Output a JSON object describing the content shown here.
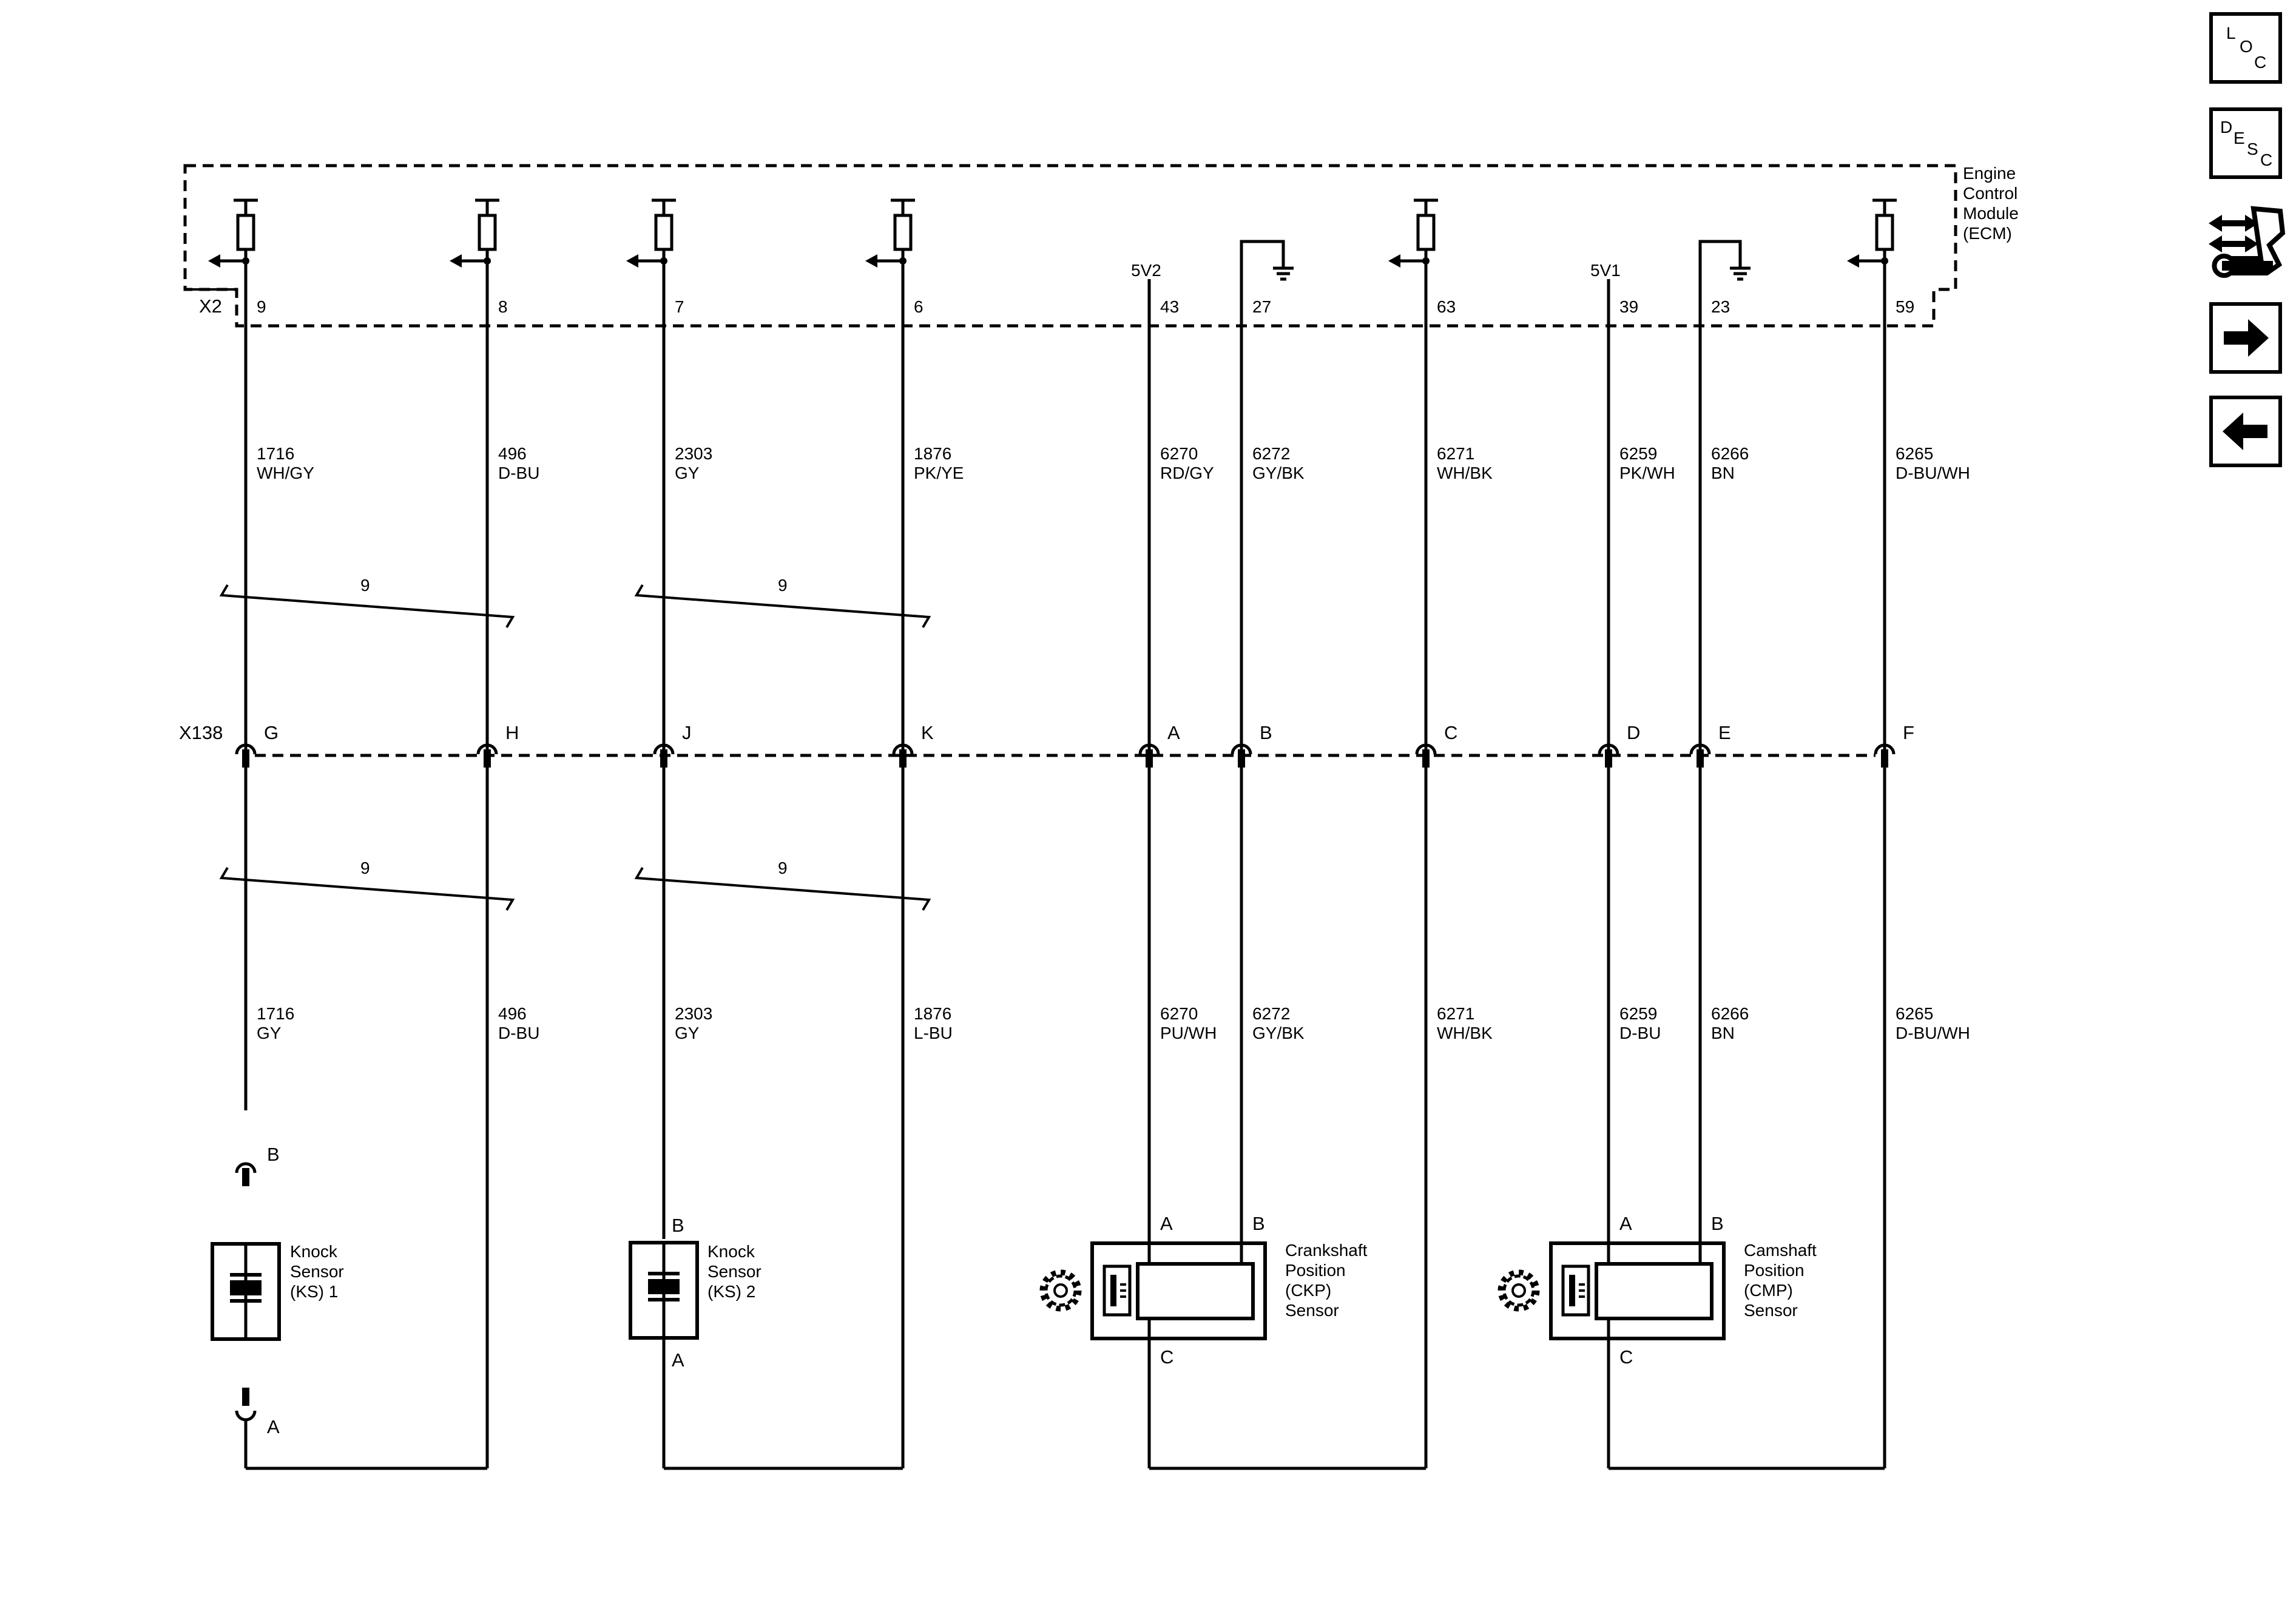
{
  "nav": {
    "loc": [
      "L",
      "O",
      "C"
    ],
    "desc": [
      "D",
      "E",
      "S",
      "C"
    ]
  },
  "ecm": {
    "label_lines": [
      "Engine",
      "Control",
      "Module",
      "(ECM)"
    ],
    "connector": "X2",
    "supply_labels": {
      "v2": "5V2",
      "v1": "5V1"
    }
  },
  "inline_connector": "X138",
  "twist_label": "9",
  "circuits": [
    {
      "id": "c1",
      "ecm_pin": "9",
      "x138_pin": "G",
      "upper": [
        "1716",
        "WH/GY"
      ],
      "lower": [
        "1716",
        "GY"
      ]
    },
    {
      "id": "c2",
      "ecm_pin": "8",
      "x138_pin": "H",
      "upper": [
        "496",
        "D-BU"
      ],
      "lower": [
        "496",
        "D-BU"
      ]
    },
    {
      "id": "c3",
      "ecm_pin": "7",
      "x138_pin": "J",
      "upper": [
        "2303",
        "GY"
      ],
      "lower": [
        "2303",
        "GY"
      ]
    },
    {
      "id": "c4",
      "ecm_pin": "6",
      "x138_pin": "K",
      "upper": [
        "1876",
        "PK/YE"
      ],
      "lower": [
        "1876",
        "L-BU"
      ]
    },
    {
      "id": "c5",
      "ecm_pin": "43",
      "x138_pin": "A",
      "upper": [
        "6270",
        "RD/GY"
      ],
      "lower": [
        "6270",
        "PU/WH"
      ]
    },
    {
      "id": "c6",
      "ecm_pin": "27",
      "x138_pin": "B",
      "upper": [
        "6272",
        "GY/BK"
      ],
      "lower": [
        "6272",
        "GY/BK"
      ]
    },
    {
      "id": "c7",
      "ecm_pin": "63",
      "x138_pin": "C",
      "upper": [
        "6271",
        "WH/BK"
      ],
      "lower": [
        "6271",
        "WH/BK"
      ]
    },
    {
      "id": "c8",
      "ecm_pin": "39",
      "x138_pin": "D",
      "upper": [
        "6259",
        "PK/WH"
      ],
      "lower": [
        "6259",
        "D-BU"
      ]
    },
    {
      "id": "c9",
      "ecm_pin": "23",
      "x138_pin": "E",
      "upper": [
        "6266",
        "BN"
      ],
      "lower": [
        "6266",
        "BN"
      ]
    },
    {
      "id": "c10",
      "ecm_pin": "59",
      "x138_pin": "F",
      "upper": [
        "6265",
        "D-BU/WH"
      ],
      "lower": [
        "6265",
        "D-BU/WH"
      ]
    }
  ],
  "components": {
    "ks1": {
      "lines": [
        "Knock",
        "Sensor",
        "(KS) 1"
      ],
      "pin_top": "B",
      "pin_bottom": "A"
    },
    "ks2": {
      "lines": [
        "Knock",
        "Sensor",
        "(KS) 2"
      ],
      "pin_top": "B",
      "pin_bottom": "A"
    },
    "ckp": {
      "lines": [
        "Crankshaft",
        "Position",
        "(CKP)",
        "Sensor"
      ],
      "pin_a": "A",
      "pin_b": "B",
      "pin_c": "C"
    },
    "cmp": {
      "lines": [
        "Camshaft",
        "Position",
        "(CMP)",
        "Sensor"
      ],
      "pin_a": "A",
      "pin_b": "B",
      "pin_c": "C"
    }
  }
}
